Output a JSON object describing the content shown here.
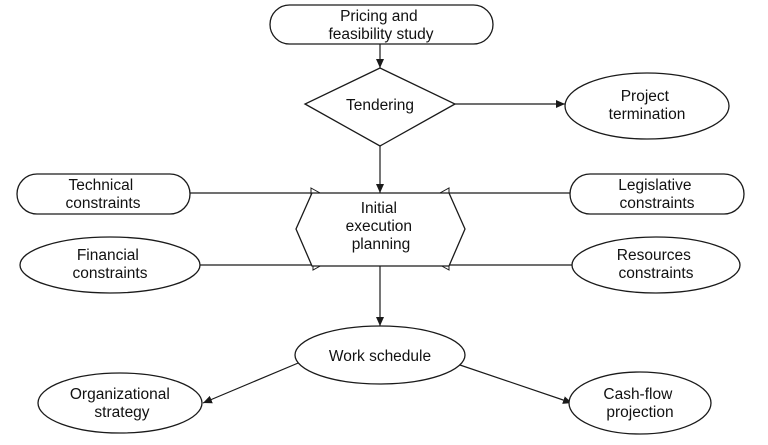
{
  "nodes": {
    "pricing": [
      "Pricing and",
      "feasibility study"
    ],
    "tendering": [
      "Tendering"
    ],
    "termination": [
      "Project",
      "termination"
    ],
    "technical": [
      "Technical",
      "constraints"
    ],
    "legislative": [
      "Legislative",
      "constraints"
    ],
    "planning": [
      "Initial",
      "execution",
      "planning"
    ],
    "financial": [
      "Financial",
      "constraints"
    ],
    "resources": [
      "Resources",
      "constraints"
    ],
    "schedule": [
      "Work schedule"
    ],
    "organizational": [
      "Organizational",
      "strategy"
    ],
    "cashflow": [
      "Cash-flow",
      "projection"
    ]
  }
}
